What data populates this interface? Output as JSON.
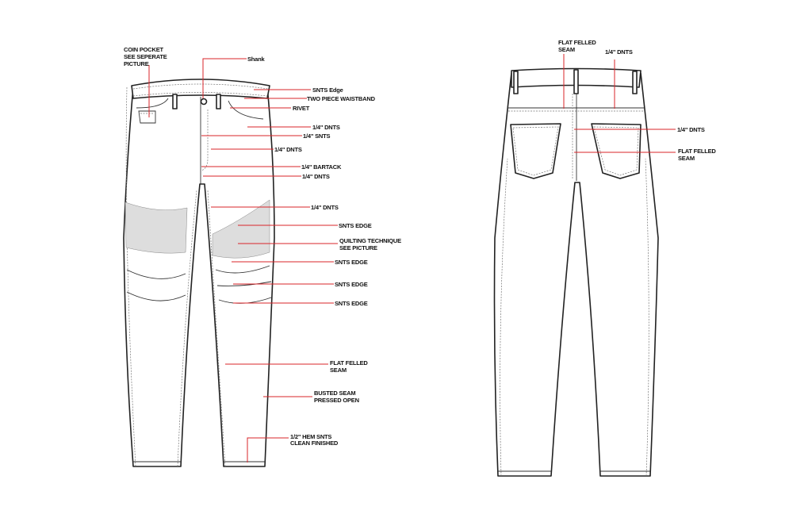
{
  "front": {
    "coin_pocket": [
      "COIN POCKET",
      "SEE SEPERATE",
      "PICTURE"
    ],
    "shank": "Shank",
    "snts_edge_waist": "SNTS Edge",
    "two_piece_waistband": "TWO PIECE WAISTBAND",
    "rivet": "RIVET",
    "dnts_1": "1/4\" DNTS",
    "snts_1": "1/4\" SNTS",
    "dnts_2": "1/4\" DNTS",
    "bartack": "1/4\" BARTACK",
    "dnts_3": "1/4\" DNTS",
    "dnts_4": "1/4\" DNTS",
    "snts_edge_1": "SNTS EDGE",
    "quilting": [
      "QUILTING TECHNIQUE",
      "SEE PICTURE"
    ],
    "snts_edge_2": "SNTS EDGE",
    "snts_edge_3": "SNTS EDGE",
    "snts_edge_4": "SNTS EDGE",
    "flat_felled": [
      "FLAT FELLED",
      "SEAM"
    ],
    "busted_seam": [
      "BUSTED SEAM",
      "PRESSED OPEN"
    ],
    "hem": [
      "1/2\" HEM SNTS",
      "CLEAN FINISHED"
    ]
  },
  "back": {
    "flat_felled_top": [
      "FLAT FELLED",
      "SEAM"
    ],
    "dnts_top": "1/4\" DNTS",
    "dnts_right": "1/4\" DNTS",
    "flat_felled_right": [
      "FLAT FELLED",
      "SEAM"
    ]
  },
  "colors": {
    "callout": "#d9252a",
    "outline": "#222222"
  }
}
